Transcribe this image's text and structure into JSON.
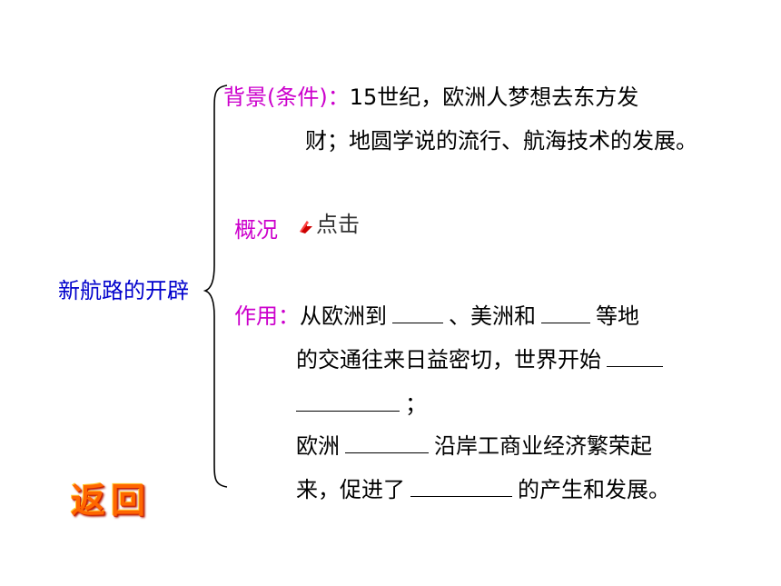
{
  "topic": "新航路的开辟",
  "background": {
    "label": "背景(条件)：",
    "line1": "15世纪，欧洲人梦想去东方发",
    "line2": "财；地圆学说的流行、航海技术的发展。"
  },
  "overview": {
    "label": "概况",
    "link_text": "点击"
  },
  "effect": {
    "label": "作用：",
    "line1_a": "从欧洲到",
    "line1_b": "、美洲和",
    "line1_c": "等地",
    "line2": "的交通往来日益密切，世界开始",
    "line3_end": "；",
    "line4_a": "欧洲",
    "line4_b": "沿岸工商业经济繁荣起",
    "line5_a": "来，促进了",
    "line5_b": "的产生和发展。"
  },
  "return_button": "返回",
  "colors": {
    "label": "#cc00cc",
    "topic": "#0000cc",
    "return": "#ff6600",
    "link_icon": "#cc0000"
  },
  "icons": {
    "link": "hyperlink-arrow-icon"
  }
}
